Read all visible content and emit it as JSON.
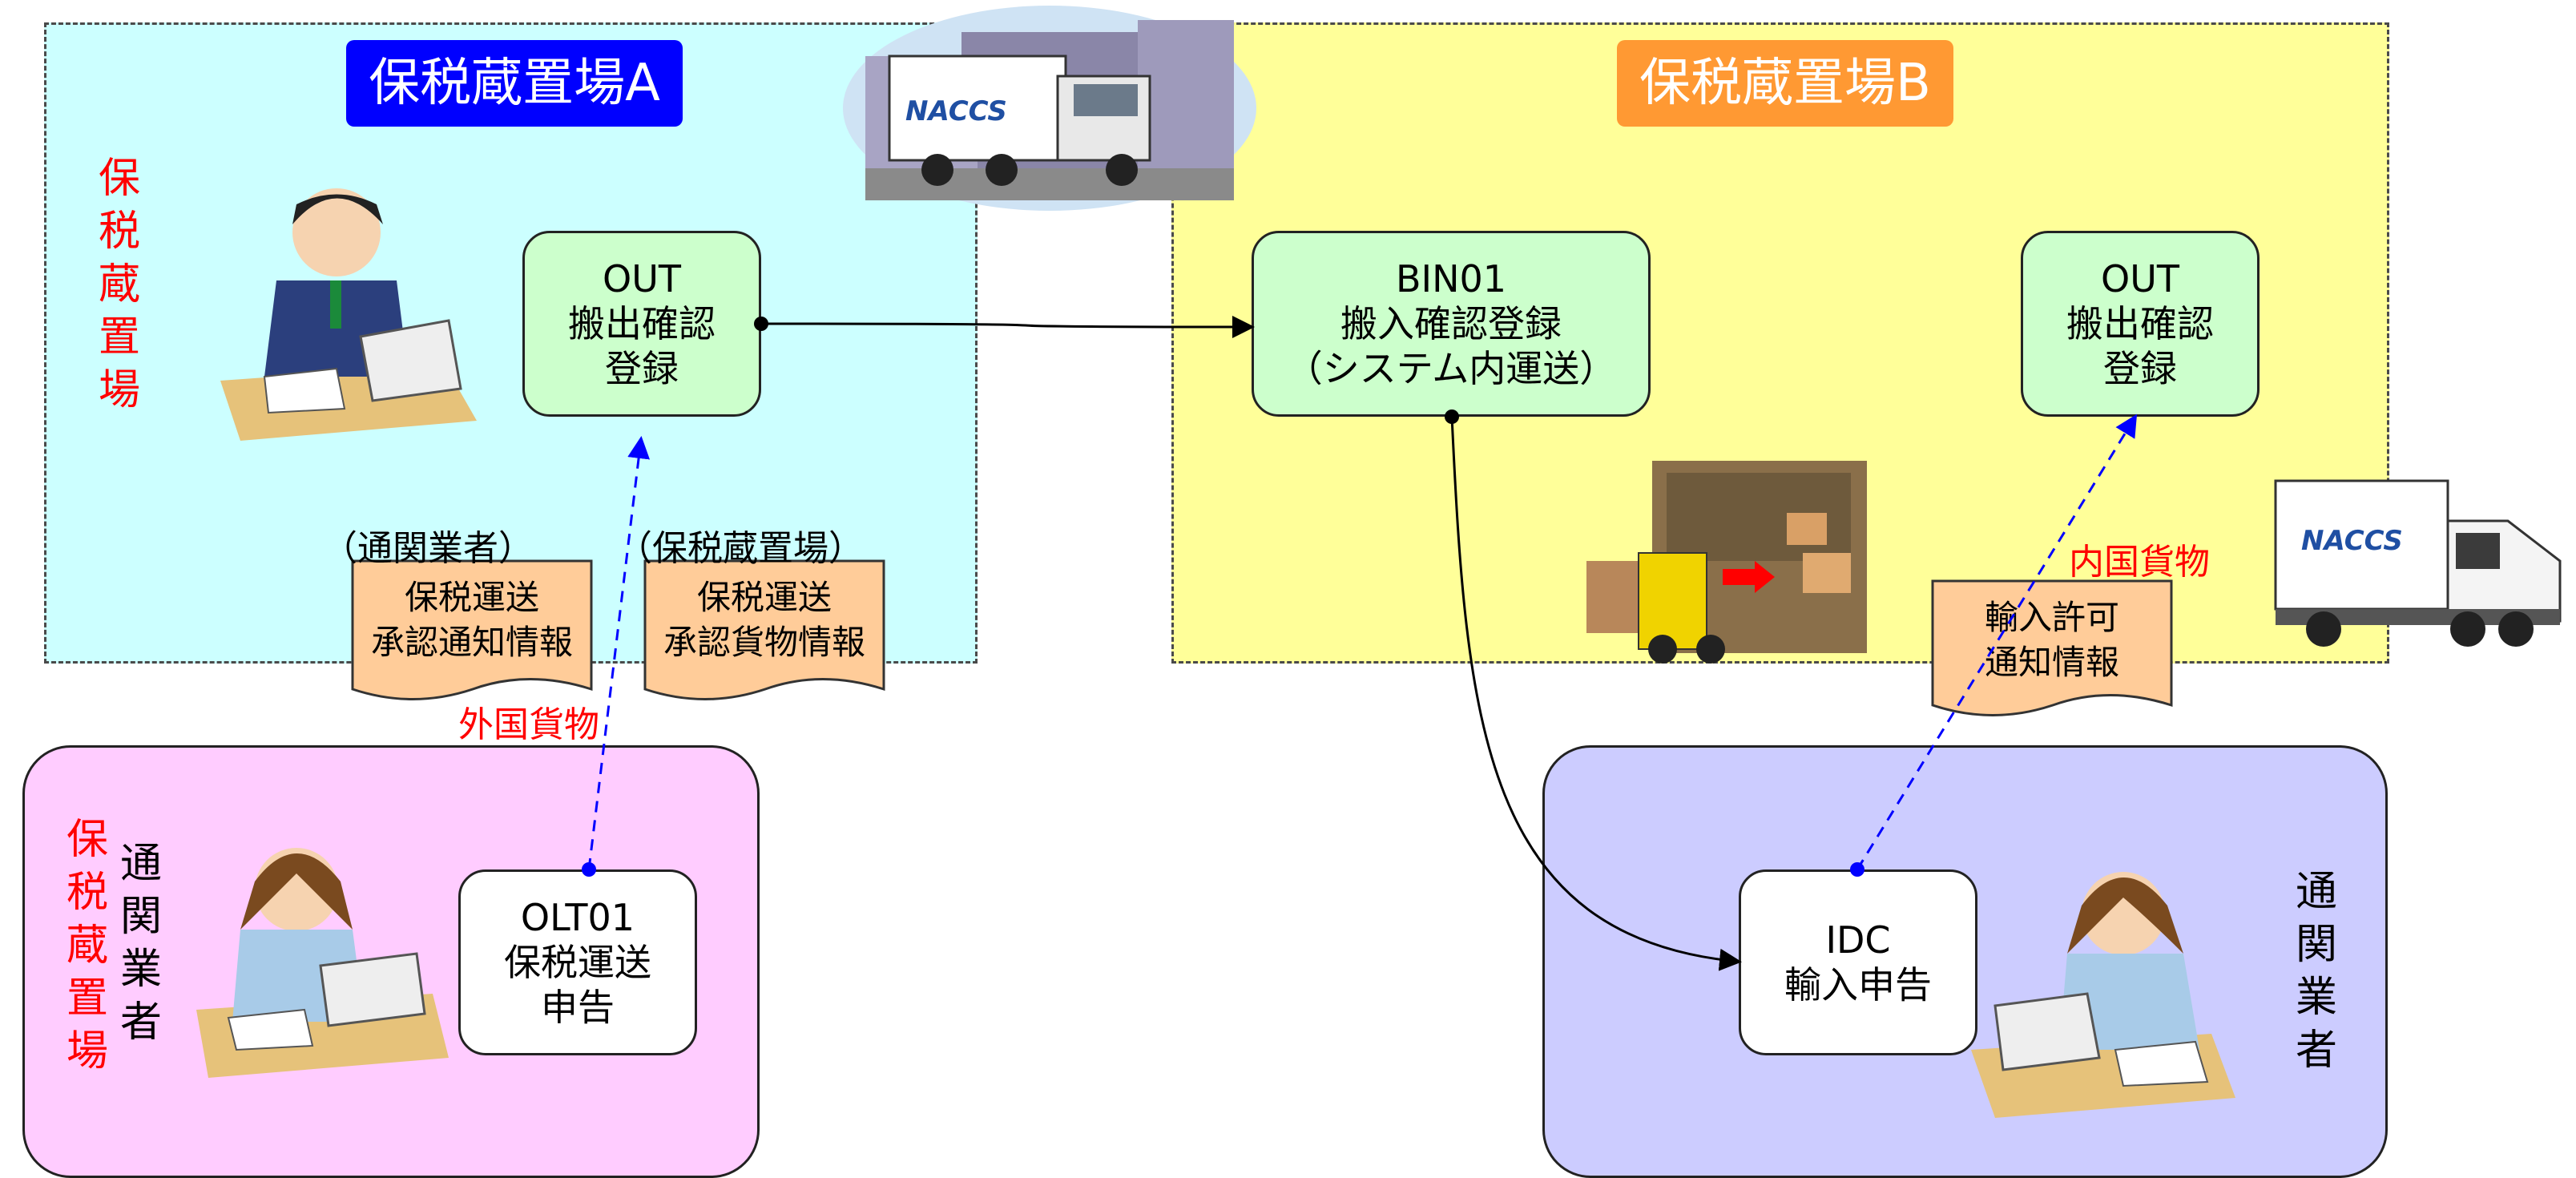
{
  "zones": {
    "area_a": {
      "title": "保税蔵置場A",
      "title_color": "#0000ff",
      "bg": "#ccffff"
    },
    "area_b": {
      "title": "保税蔵置場B",
      "title_color": "#ff9933",
      "bg": "#ffff99"
    },
    "broker_a": {
      "bg": "#ffccff"
    },
    "broker_b": {
      "bg": "#ccccff"
    }
  },
  "side_labels": {
    "area_a_vertical": "保税蔵置場",
    "broker_a_red_vertical": "保税蔵置場",
    "broker_a_black_vertical": "通関業者",
    "broker_b_vertical": "通関業者"
  },
  "processes": {
    "out_a": {
      "code": "OUT",
      "line1": "搬出確認",
      "line2": "登録"
    },
    "bin01": {
      "code": "BIN01",
      "line1": "搬入確認登録",
      "line2": "（システム内運送）"
    },
    "out_b": {
      "code": "OUT",
      "line1": "搬出確認",
      "line2": "登録"
    },
    "olt01": {
      "code": "OLT01",
      "line1": "保税運送",
      "line2": "申告"
    },
    "idc": {
      "code": "IDC",
      "line1": "輸入申告"
    }
  },
  "documents": {
    "doc1": {
      "caption": "（通関業者）",
      "line1": "保税運送",
      "line2": "承認通知情報"
    },
    "doc2": {
      "caption": "（保税蔵置場）",
      "line1": "保税運送",
      "line2": "承認貨物情報"
    },
    "doc3": {
      "line1": "輸入許可",
      "line2": "通知情報"
    }
  },
  "cargo_labels": {
    "foreign": "外国貨物",
    "domestic": "内国貨物"
  },
  "truck_logo": "NACCS",
  "icons": [
    "office-worker-icon",
    "female-operator-icon",
    "truck-icon",
    "forklift-warehouse-icon"
  ],
  "colors": {
    "process_fill": "#ccffcc",
    "doc_fill": "#ffcc99",
    "arrow_dashed": "#0000ff",
    "red_text": "#ff0000"
  }
}
